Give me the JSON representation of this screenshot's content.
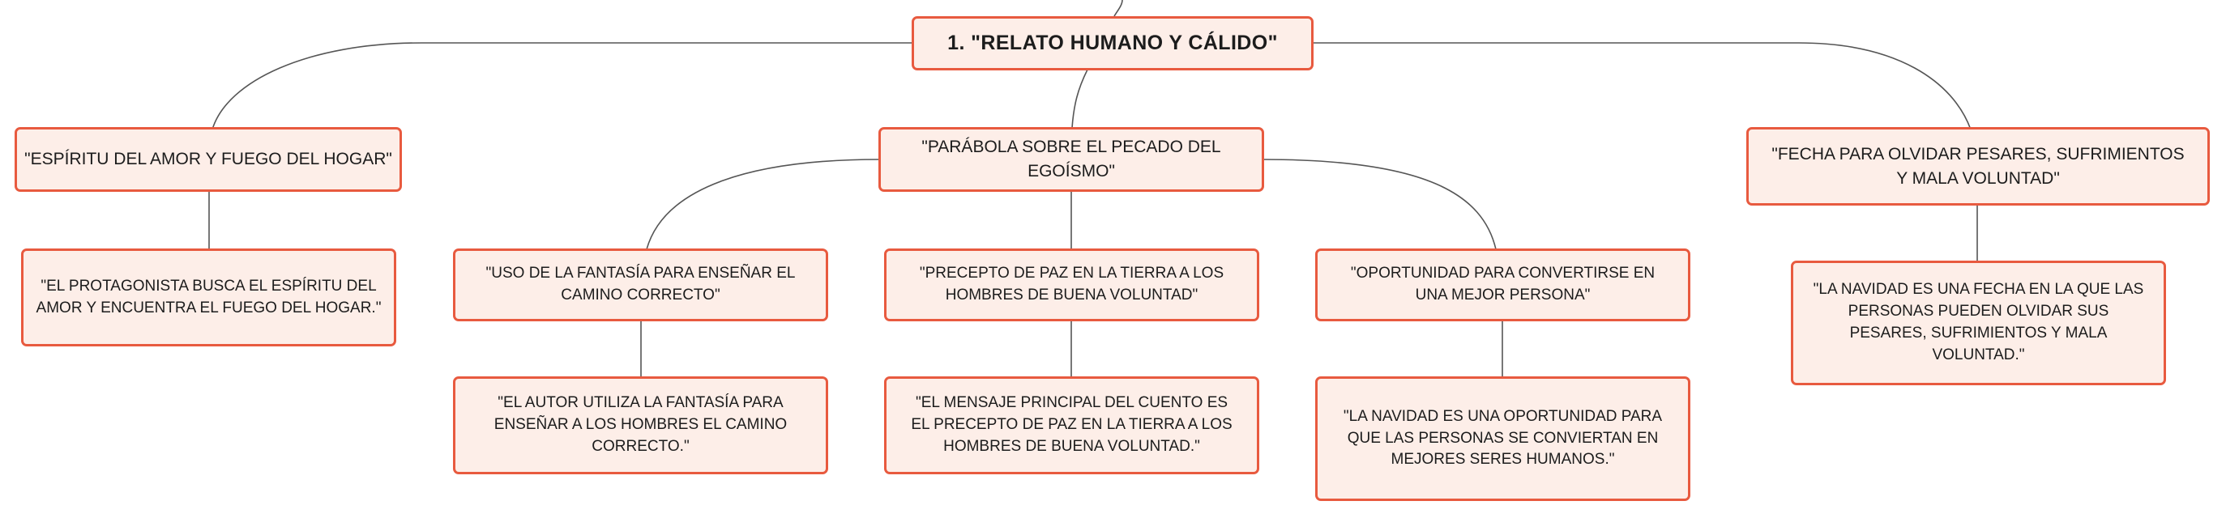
{
  "colors": {
    "node_fill": "#fdeee8",
    "node_border": "#e85a3f",
    "edge": "#555555",
    "text": "#1c1c1c"
  },
  "diagram": {
    "root": "1. \"RELATO HUMANO Y CÁLIDO\"",
    "branches": [
      {
        "label": "\"ESPÍRITU DEL AMOR Y FUEGO DEL HOGAR\"",
        "children": [
          {
            "label": "\"EL PROTAGONISTA BUSCA EL ESPÍRITU DEL AMOR Y ENCUENTRA EL FUEGO DEL HOGAR.\""
          }
        ]
      },
      {
        "label": "\"PARÁBOLA SOBRE EL PECADO DEL EGOÍSMO\"",
        "children": [
          {
            "label": "\"USO DE LA FANTASÍA PARA ENSEÑAR EL CAMINO CORRECTO\"",
            "children": [
              {
                "label": "\"EL AUTOR UTILIZA LA FANTASÍA PARA ENSEÑAR A LOS HOMBRES EL CAMINO CORRECTO.\""
              }
            ]
          },
          {
            "label": "\"PRECEPTO DE PAZ EN LA TIERRA A LOS HOMBRES DE BUENA VOLUNTAD\"",
            "children": [
              {
                "label": "\"EL MENSAJE PRINCIPAL DEL CUENTO ES EL PRECEPTO DE PAZ EN LA TIERRA A LOS HOMBRES DE BUENA VOLUNTAD.\""
              }
            ]
          },
          {
            "label": "\"OPORTUNIDAD PARA CONVERTIRSE EN UNA MEJOR PERSONA\"",
            "children": [
              {
                "label": "\"LA NAVIDAD ES UNA OPORTUNIDAD PARA QUE LAS PERSONAS SE CONVIERTAN EN MEJORES SERES HUMANOS.\""
              }
            ]
          }
        ]
      },
      {
        "label": "\"FECHA PARA OLVIDAR PESARES, SUFRIMIENTOS Y MALA VOLUNTAD\"",
        "children": [
          {
            "label": "\"LA NAVIDAD ES UNA FECHA EN LA QUE LAS PERSONAS PUEDEN OLVIDAR SUS PESARES, SUFRIMIENTOS Y MALA VOLUNTAD.\""
          }
        ]
      }
    ]
  }
}
